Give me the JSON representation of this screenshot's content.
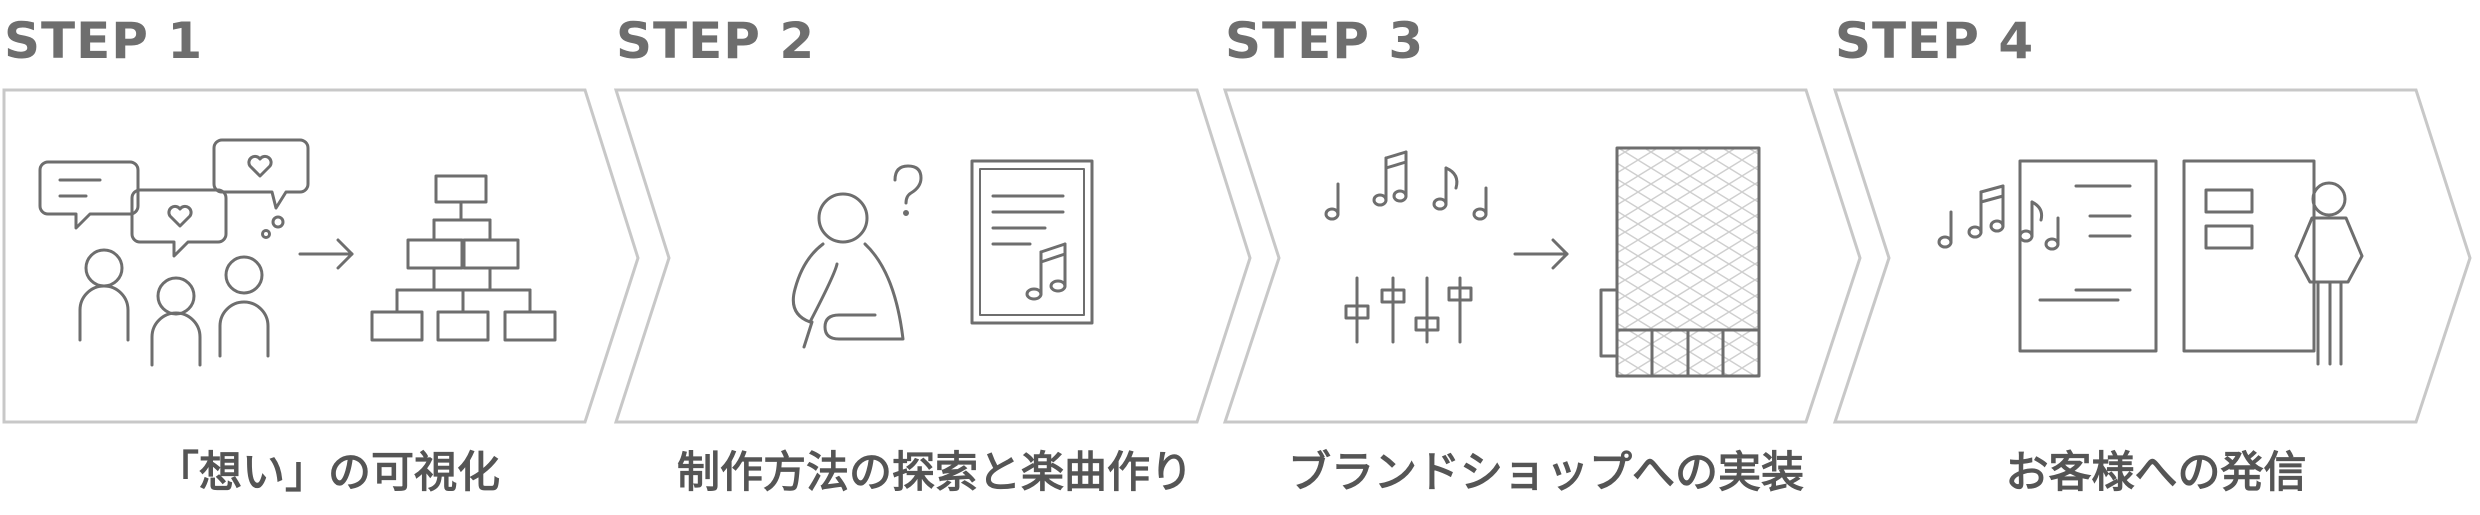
{
  "steps": [
    {
      "title": "STEP 1",
      "caption": "「想い」の可視化"
    },
    {
      "title": "STEP 2",
      "caption": "制作方法の探索と楽曲作り"
    },
    {
      "title": "STEP 3",
      "caption": "ブランドショップへの実装"
    },
    {
      "title": "STEP 4",
      "caption": "お客様への発信"
    }
  ],
  "colors": {
    "title": "#6e6e6e",
    "caption": "#555555",
    "chevron_outline": "#c8c8c8",
    "icon_stroke": "#6e6e6e"
  },
  "icons": {
    "step1": [
      "speech-bubble-icon",
      "heart-bubble-icon",
      "people-group-icon",
      "arrow-right-icon",
      "org-chart-icon"
    ],
    "step2": [
      "thinking-person-icon",
      "question-mark-icon",
      "music-document-icon"
    ],
    "step3": [
      "music-notes-icon",
      "mixer-sliders-icon",
      "arrow-right-icon",
      "shop-building-icon"
    ],
    "step4": [
      "music-notes-icon",
      "document-icon",
      "presentation-board-icon",
      "presenter-icon"
    ]
  }
}
